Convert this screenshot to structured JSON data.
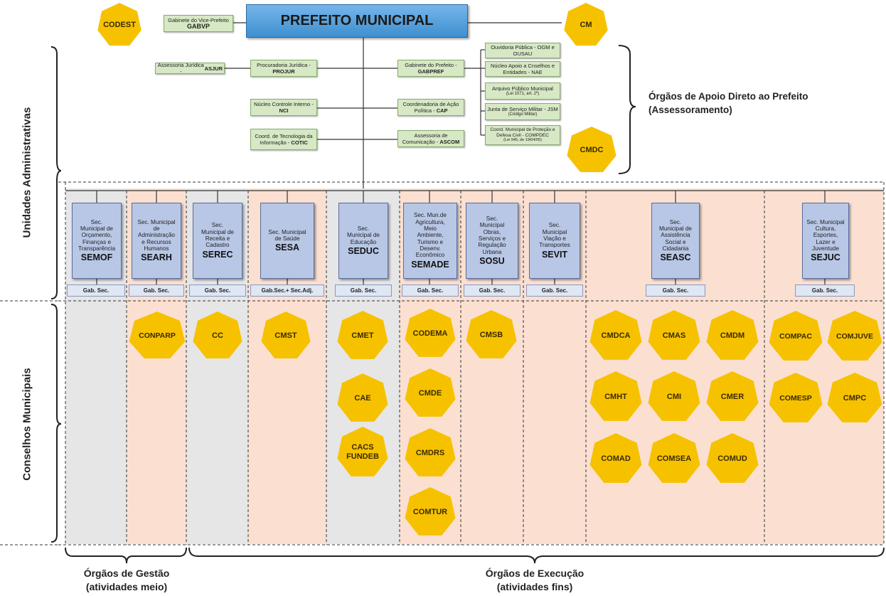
{
  "top": {
    "prefeito": "PREFEITO MUNICIPAL",
    "codest": "CODEST",
    "cm": "CM",
    "cmdc": "CMDC",
    "gabvp": {
      "line1": "Gabinete do Vice-Prefeito",
      "acr": "GABVP"
    }
  },
  "advisory_left": [
    {
      "text": "Assessoria Jurídica - ",
      "acr": "ASJUR"
    },
    {
      "text": "Procuradoria Jurídica - ",
      "acr": "PROJUR"
    },
    {
      "text": "Núcleo Controle Interno - ",
      "acr": "NCI"
    },
    {
      "text": "Coord. de Tecnologia da Informação - ",
      "acr": "COTIC"
    }
  ],
  "advisory_mid": [
    {
      "text": "Gabinete do Prefeito - ",
      "acr": "GABPREF"
    },
    {
      "text": "Coordenadoria  de Ação Política - ",
      "acr": "CAP"
    },
    {
      "text": "Assessoria de Comunicação - ",
      "acr": "ASCOM"
    }
  ],
  "advisory_right": [
    {
      "text": "Ouvidoria  Pública - OGM e OUSAU"
    },
    {
      "text": "Núcleo Apoio a Cnselhos e Entidades - NAE"
    },
    {
      "text": "Arquivo  Público Municipal",
      "note": "(Lei 1071, art. 2º)"
    },
    {
      "text": "Junta de Serviço Militar - JSM",
      "note": "(Código Militar)"
    },
    {
      "text": "Coord. Municipal de Proteção e Defesa Civil - COMPDEC",
      "note": "(Lei 945, de 19/04/05)"
    }
  ],
  "apoio_label": "Órgãos de Apoio Direto ao Prefeito\n(Assessoramento)",
  "side_labels": {
    "admin": "Unidades Administrativas",
    "conselhos": "Conselhos Municipais"
  },
  "secretarias": [
    {
      "desc": "Sec.\nMunicipal de\nOrçamento,\nFinanças e\nTransparência",
      "acr": "SEMOF",
      "gab": "Gab. Sec."
    },
    {
      "desc": "Sec. Municipal\nde\nAdministração\ne Recursos\nHumanos",
      "acr": "SEARH",
      "gab": "Gab. Sec."
    },
    {
      "desc": "Sec.\nMunicipal de\nReceita e\nCadastro",
      "acr": "SEREC",
      "gab": "Gab. Sec."
    },
    {
      "desc": "Sec. Municipal\nde Saúde",
      "acr": "SESA",
      "gab": "Gab.Sec.+ Sec.Adj."
    },
    {
      "desc": "Sec.\nMunicipal de\nEducação",
      "acr": "SEDUC",
      "gab": "Gab. Sec."
    },
    {
      "desc": "Sec. Mun.de\nAgricultura,\nMeio\nAmbiente,\nTurismo e\nDesenv.\nEconômico",
      "acr": "SEMADE",
      "gab": "Gab. Sec."
    },
    {
      "desc": "Sec.\nMunicipal\nObras,\nServiços e\nRegulação\nUrbana",
      "acr": "SOSU",
      "gab": "Gab. Sec."
    },
    {
      "desc": "Sec.\nMunicipal\nViação e\nTransportes",
      "acr": "SEVIT",
      "gab": "Gab. Sec."
    },
    {
      "desc": "Sec.\nMunicipal de\nAssistência\nSocial e\nCidadania",
      "acr": "SEASC",
      "gab": "Gab. Sec."
    },
    {
      "desc": "Sec. Municipal\nCultura,\nEsportes,\nLazer e\nJuventude",
      "acr": "SEJUC",
      "gab": "Gab. Sec."
    }
  ],
  "conselhos": {
    "searh": [
      "CONPARP"
    ],
    "serec": [
      "CC"
    ],
    "sesa": [
      "CMST"
    ],
    "seduc": [
      "CMET",
      "CAE",
      "CACS\nFUNDEB"
    ],
    "semade": [
      "CODEMA",
      "CMDE",
      "CMDRS",
      "COMTUR"
    ],
    "sosu": [
      "CMSB"
    ],
    "seasc": [
      "CMDCA",
      "CMAS",
      "CMDM",
      "CMHT",
      "CMI",
      "CMER",
      "COMAD",
      "COMSEA",
      "COMUD"
    ],
    "sejuc": [
      "COMPAC",
      "COMJUVE",
      "COMESP",
      "CMPC"
    ]
  },
  "bottom": {
    "gestao": "Órgãos de Gestão\n(atividades meio)",
    "execucao": "Órgãos de Execução\n(atividades fins)"
  },
  "colors": {
    "gestao_gray": "#e8e8e8",
    "exec_peach": "#fbe0d2",
    "sec_blue": "#b8c7e6",
    "council_gold": "#f6c200",
    "advisory_green": "#d6e8c4"
  }
}
